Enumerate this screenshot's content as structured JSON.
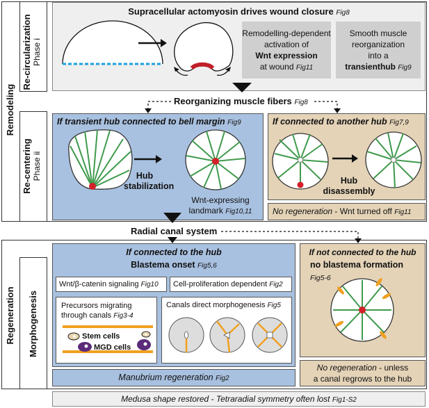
{
  "side_labels": {
    "remodeling": "Remodeling",
    "regeneration": "Regeneration",
    "recirc": "Re-circularization",
    "phase1": "Phase i",
    "recenter": "Re-centering",
    "phase2": "Phase ii",
    "morpho": "Morphogenesis"
  },
  "top": {
    "title": "Supracellular actomyosin drives wound closure",
    "title_fig": "Fig8",
    "box1": {
      "l1": "Remodelling-dependent",
      "l2": "activation of",
      "l3": "Wnt expression",
      "l4": "at wound",
      "fig": "Fig11"
    },
    "box2": {
      "l1": "Smooth muscle",
      "l2": "reorganization",
      "l3": "into a",
      "l4_bold": "transient",
      "l4_rest": "hub",
      "fig": "Fig9"
    }
  },
  "reorg": {
    "text": "Reorganizing muscle fibers",
    "fig": "Fig8"
  },
  "blue_mid": {
    "title": "If transient hub connected to bell margin",
    "fig": "Fig9",
    "hub1": "Hub",
    "hub2": "stabilization",
    "wnt1": "Wnt-expressing",
    "wnt2": "landmark",
    "wnt_fig": "Fig10,11"
  },
  "tan_mid": {
    "title": "If connected to another hub",
    "fig": "Fig7,9",
    "hub1": "Hub",
    "hub2": "disassembly"
  },
  "no_regen1": {
    "italic": "No regeneration",
    "rest": " - Wnt turned off",
    "fig": "Fig11"
  },
  "radial": {
    "text": "Radial canal system"
  },
  "blue_bot": {
    "title": "If connected to the hub",
    "blastema": "Blastema onset",
    "blastema_fig": "Fig5,6",
    "wnt_box": "Wnt/β-catenin signaling",
    "wnt_fig": "Fig10",
    "prolif": "Cell-proliferation dependent",
    "prolif_fig": "Fig2",
    "precursors1": "Precursors migrating",
    "precursors2": "through canals",
    "precursors_fig": "Fig3-4",
    "stem": "Stem cells",
    "mgd": "MGD cells",
    "canals": "Canals direct morphogenesis",
    "canals_fig": "Fig5"
  },
  "tan_bot": {
    "title": "If not connected to the hub",
    "sub": "no blastema formation",
    "fig": "Fig5-6"
  },
  "manubrium": {
    "text": "Manubrium regeneration",
    "fig": "Fig2"
  },
  "no_regen2": {
    "italic": "No regeneration",
    "rest": " - unless",
    "l2": "a canal regrows to the hub"
  },
  "footer": {
    "text": "Medusa shape restored - Tetraradial symmetry often lost",
    "fig": "Fig1-S2"
  },
  "colors": {
    "blue": "#a9c1e0",
    "tan": "#e4d3b7",
    "green": "#3f9a4c",
    "red": "#d4202a",
    "orange": "#f0a020",
    "purple": "#5b2b7a",
    "grey": "#d0d0d0"
  }
}
